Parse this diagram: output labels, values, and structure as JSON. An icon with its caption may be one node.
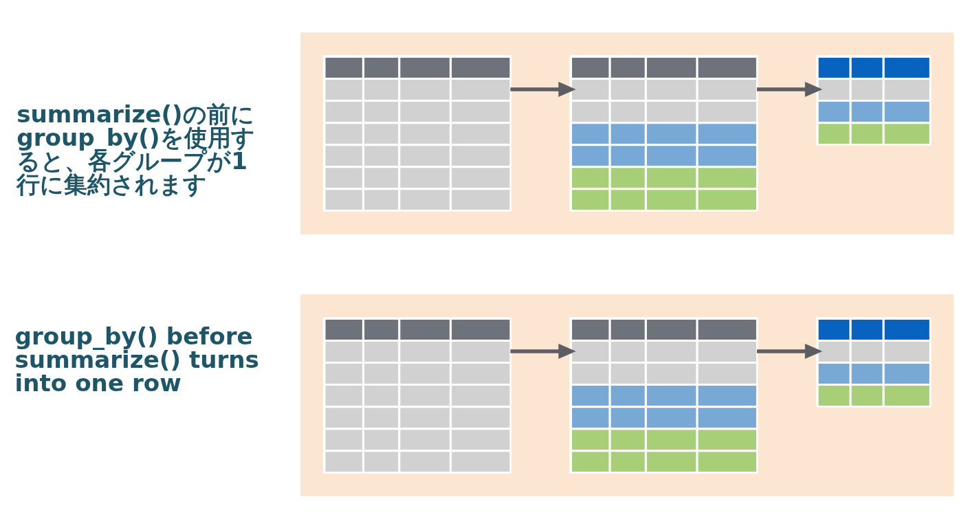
{
  "diagram": {
    "nodes": [
      {
        "text": [],
        "shape": "box"
      },
      {
        "text": [],
        "shape": "table",
        "in": 0
      },
      {
        "text": [],
        "shape": "table",
        "in": 0
      },
      {
        "text": [],
        "shape": "table",
        "in": 0
      },
      {
        "text": [],
        "shape": "box"
      },
      {
        "text": [],
        "shape": "table",
        "in": 4
      },
      {
        "text": [],
        "shape": "table",
        "in": 4
      },
      {
        "text": [],
        "shape": "table",
        "in": 4
      }
    ],
    "edges": [
      {
        "from": 1,
        "to": 2,
        "arrow": "to"
      },
      {
        "from": 2,
        "to": 3,
        "arrow": "to"
      },
      {
        "from": 5,
        "to": 6,
        "arrow": "to"
      },
      {
        "from": 6,
        "to": 7,
        "arrow": "to"
      }
    ],
    "labels": [
      "summarize()の前にgroup_by()を使用すると、各グループが1行に集約されます",
      "group_by() before summarize() turns into one row"
    ]
  }
}
